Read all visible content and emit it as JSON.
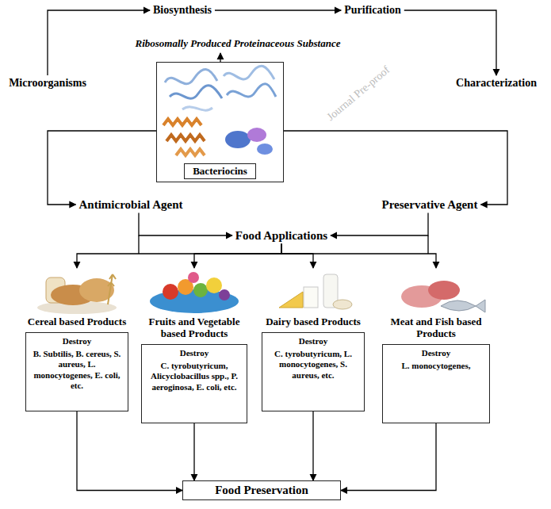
{
  "diagram": {
    "nodes": [
      {
        "text": [
          "Microorganisms"
        ]
      },
      {
        "text": [
          "Biosynthesis"
        ]
      },
      {
        "text": [
          "Purification"
        ]
      },
      {
        "text": [
          "Characterization"
        ]
      },
      {
        "text": [
          "Bacteriocins"
        ]
      },
      {
        "text": [
          "Antimicrobial Agent"
        ]
      },
      {
        "text": [
          "Preservative Agent"
        ]
      },
      {
        "text": [
          "Food Applications"
        ]
      },
      {
        "text": [
          "Cereal based Products",
          "Destroy",
          "B. Subtilis, B. cereus, S. aureus, L. monocytogenes, E. coli, etc."
        ]
      },
      {
        "text": [
          "Fruits and Vegetable based Products",
          "Destroy",
          "C. tyrobutyricum, Alicyclobacillus spp., P. aeroginosa, E. coli, etc."
        ]
      },
      {
        "text": [
          "Dairy based Products",
          "Destroy",
          "C. tyrobutyricum, L. monocytogenes, S. aureus, etc."
        ]
      },
      {
        "text": [
          "Meat and Fish based Products",
          "Destroy",
          "L. monocytogenes,"
        ]
      },
      {
        "text": [
          "Food Preservation"
        ]
      }
    ],
    "edges": [
      {
        "from": 0,
        "to": 1,
        "arrow": "to"
      },
      {
        "from": 1,
        "to": 2,
        "arrow": "to"
      },
      {
        "from": 2,
        "to": 3,
        "arrow": "to"
      },
      {
        "from": 4,
        "to": 5,
        "arrow": "to"
      },
      {
        "from": 4,
        "to": 6,
        "arrow": "to"
      },
      {
        "from": 5,
        "to": 7,
        "arrow": "to"
      },
      {
        "from": 6,
        "to": 7,
        "arrow": "to"
      },
      {
        "from": 7,
        "to": 8,
        "arrow": "to"
      },
      {
        "from": 7,
        "to": 9,
        "arrow": "to"
      },
      {
        "from": 7,
        "to": 10,
        "arrow": "to"
      },
      {
        "from": 7,
        "to": 11,
        "arrow": "to"
      },
      {
        "from": 8,
        "to": 12,
        "arrow": "to"
      },
      {
        "from": 9,
        "to": 12,
        "arrow": "to"
      },
      {
        "from": 10,
        "to": 12,
        "arrow": "to"
      },
      {
        "from": 11,
        "to": 12,
        "arrow": "to"
      }
    ],
    "labels": [
      "Ribosomally Produced Proteinaceous Substance",
      "Journal Pre-proof"
    ]
  }
}
